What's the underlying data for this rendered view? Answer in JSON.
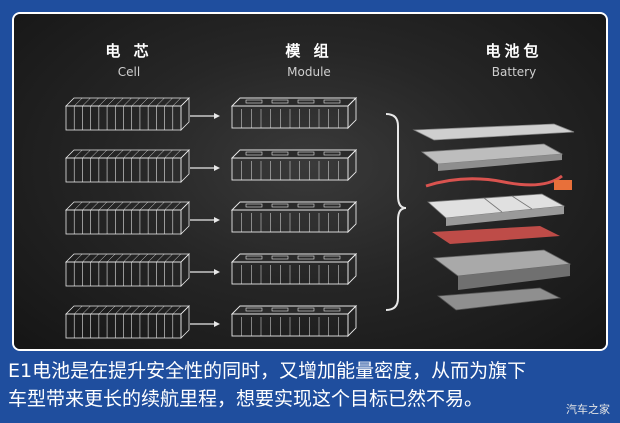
{
  "columns": {
    "cell": {
      "zh": "电 芯",
      "en": "Cell"
    },
    "module": {
      "zh": "模 组",
      "en": "Module"
    },
    "battery": {
      "zh": "电池包",
      "en": "Battery"
    }
  },
  "rows": 5,
  "caption": {
    "line1": "E1电池是在提升安全性的同时，又增加能量密度，从而为旗下",
    "line2": "车型带来更长的续航里程，想要实现这个目标已然不易。"
  },
  "watermark": "汽车之家",
  "colors": {
    "background": "#1f4e9e",
    "panel": "#1c1c1c",
    "line": "#e8e8e8",
    "accent_red": "#d9534f",
    "accent_orange": "#e8703a"
  }
}
